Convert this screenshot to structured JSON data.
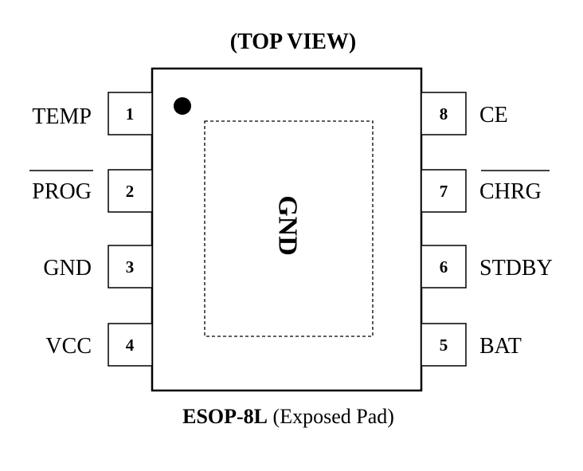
{
  "header": {
    "title": "(TOP VIEW)"
  },
  "chip": {
    "center_label": "GND",
    "package_name": "ESOP-8L",
    "package_note": "(Exposed Pad)"
  },
  "pins_left": [
    {
      "number": "1",
      "name": "TEMP",
      "overline": false
    },
    {
      "number": "2",
      "name": "PROG",
      "overline": true
    },
    {
      "number": "3",
      "name": "GND",
      "overline": false
    },
    {
      "number": "4",
      "name": "VCC",
      "overline": false
    }
  ],
  "pins_right": [
    {
      "number": "8",
      "name": "CE",
      "overline": false
    },
    {
      "number": "7",
      "name": "CHRG",
      "overline": true
    },
    {
      "number": "6",
      "name": "STDBY",
      "overline": false
    },
    {
      "number": "5",
      "name": "BAT",
      "overline": false
    }
  ],
  "colors": {
    "ink": "#000000",
    "background": "#ffffff"
  }
}
